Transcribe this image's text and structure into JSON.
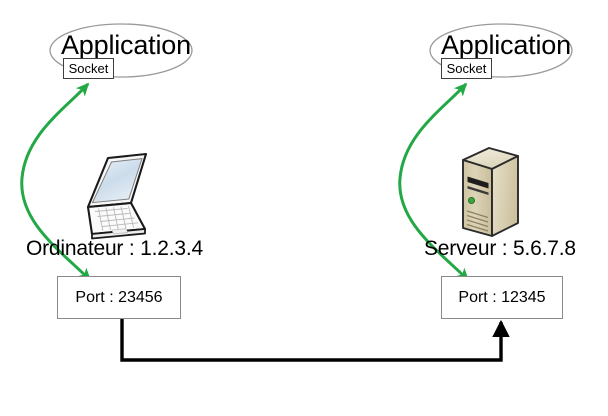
{
  "diagram": {
    "title": "Socket / Port network communication diagram",
    "language": "fr",
    "colors": {
      "arrow_green": "#22a845",
      "connector_black": "#000000",
      "ellipse_stroke": "#9a9a9a",
      "box_stroke_gray": "#8a8a8a",
      "box_stroke_dark": "#3f3f3f",
      "server_body": "#d8cfb0",
      "server_light": "#efe9d6",
      "server_dark": "#b6a987",
      "server_led": "#3ea33e",
      "laptop_screen": "#d5e2ee",
      "laptop_body": "#f4f4f4",
      "background": "#ffffff"
    }
  },
  "client": {
    "application_label": "Application",
    "socket_label": "Socket",
    "host_label": "Ordinateur : 1.2.3.4",
    "port_label": "Port : 23456",
    "device_icon": "laptop-icon",
    "arrow_icon": "green-double-arrow-icon"
  },
  "server": {
    "application_label": "Application",
    "socket_label": "Socket",
    "host_label": "Serveur : 5.6.7.8",
    "port_label": "Port : 12345",
    "device_icon": "server-tower-icon",
    "arrow_icon": "green-double-arrow-icon"
  },
  "connection": {
    "icon": "network-connector-arrow-icon",
    "direction": "client-port-to-server-port"
  }
}
